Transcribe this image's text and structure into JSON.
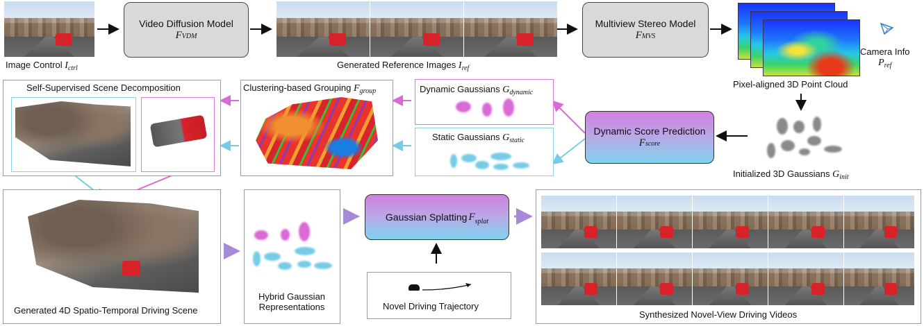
{
  "top": {
    "image_control": {
      "text": "Image Control ",
      "sym": "I",
      "sub": "ctrl"
    },
    "vdm": {
      "title": "Video Diffusion Model",
      "sym": "F",
      "sub": "VDM"
    },
    "generated_refs": {
      "text": "Generated Reference Images ",
      "sym": "I",
      "sub": "ref"
    },
    "mvs": {
      "title": "Multiview Stereo Model",
      "sym": "F",
      "sub": "MVS"
    },
    "camera_info": {
      "text": "Camera Info",
      "sym": "P",
      "sub": "ref"
    },
    "point_cloud": {
      "text": "Pixel-aligned 3D Point Cloud"
    }
  },
  "middle": {
    "decomposition": {
      "text": "Self-Supervised Scene Decomposition"
    },
    "grouping": {
      "text": "Clustering-based Grouping ",
      "sym": "F",
      "sub": "group"
    },
    "dynamic_gaussians": {
      "text": "Dynamic Gaussians ",
      "sym": "G",
      "sub": "dynamic"
    },
    "static_gaussians": {
      "text": "Static Gaussians ",
      "sym": "G",
      "sub": "static"
    },
    "score": {
      "title": "Dynamic Score Prediction",
      "sym": "F",
      "sub": "score"
    },
    "init_gaussians": {
      "text": "Initialized 3D Gaussians ",
      "sym": "G",
      "sub": "init"
    }
  },
  "bottom": {
    "scene4d": {
      "text": "Generated 4D Spatio-Temporal Driving Scene"
    },
    "hybrid": {
      "line1": "Hybrid Gaussian",
      "line2": "Representations"
    },
    "splat": {
      "title": "Gaussian Splatting ",
      "sym": "F",
      "sub": "splat"
    },
    "trajectory": {
      "text": "Novel Driving Trajectory"
    },
    "synth": {
      "text": "Synthesized Novel-View Driving Videos"
    }
  },
  "colors": {
    "pink": "#d96ad6",
    "blue": "#76cbe6",
    "gray_box": "#d9d9d9"
  },
  "icons": [
    "camera-icon",
    "car-icon",
    "trajectory-arrow-icon"
  ]
}
